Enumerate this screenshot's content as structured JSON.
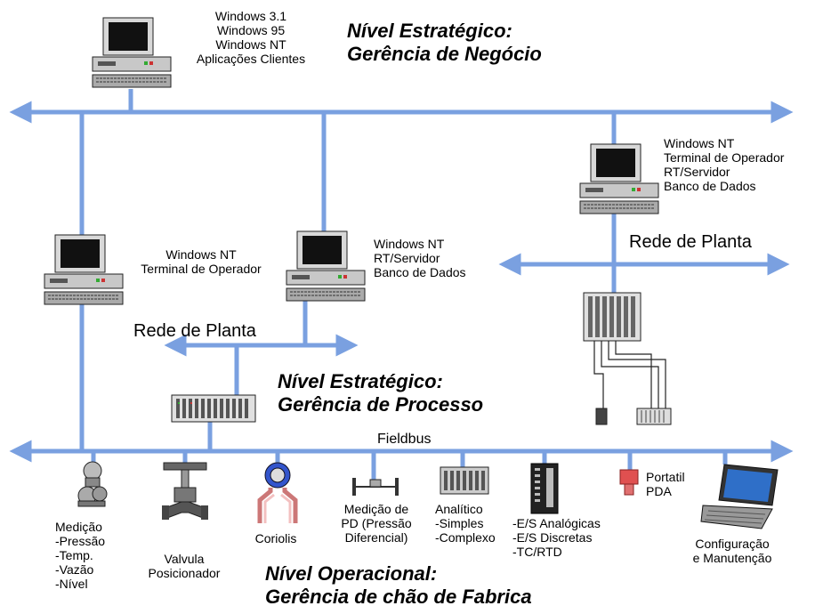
{
  "colors": {
    "network": "#7aa0e0",
    "text": "#000000"
  },
  "levels": {
    "business": [
      "Nível Estratégico:",
      "Gerência de Negócio"
    ],
    "process": [
      "Nível Estratégico:",
      "Gerência de Processo"
    ],
    "operational": [
      "Nível Operacional:",
      "Gerência de chão de Fabrica"
    ]
  },
  "networks": {
    "plant_right": "Rede de Planta",
    "plant_left": "Rede de Planta",
    "fieldbus": "Fieldbus"
  },
  "computers": {
    "top": [
      "Windows 3.1",
      "Windows 95",
      "Windows NT",
      "Aplicações Clientes"
    ],
    "right": [
      "Windows NT",
      "Terminal de Operador",
      "RT/Servidor",
      "Banco de Dados"
    ],
    "left": [
      "Windows NT",
      "Terminal de Operador"
    ],
    "middle": [
      "Windows NT",
      "RT/Servidor",
      "Banco de Dados"
    ]
  },
  "field_devices": {
    "measurement": [
      "Medição",
      "-Pressão",
      "-Temp.",
      "-Vazão",
      "-Nível"
    ],
    "valve": [
      "Valvula",
      "Posicionador"
    ],
    "coriolis": [
      "Coriolis"
    ],
    "dp": [
      "Medição de",
      "PD (Pressão",
      "Diferencial)"
    ],
    "analytic": [
      "Analítico",
      "-Simples",
      "-Complexo"
    ],
    "io": [
      "-E/S Analógicas",
      "-E/S Discretas",
      "-TC/RTD"
    ],
    "portable": [
      "Portatil",
      "PDA"
    ],
    "config": [
      "Configuração",
      "e Manutenção"
    ]
  },
  "icons": [
    "computer-icon",
    "laptop-icon",
    "plc-rack-icon",
    "transmitter-icon",
    "valve-icon",
    "coriolis-icon",
    "flowmeter-icon",
    "analyzer-icon",
    "io-module-icon",
    "pda-icon"
  ]
}
